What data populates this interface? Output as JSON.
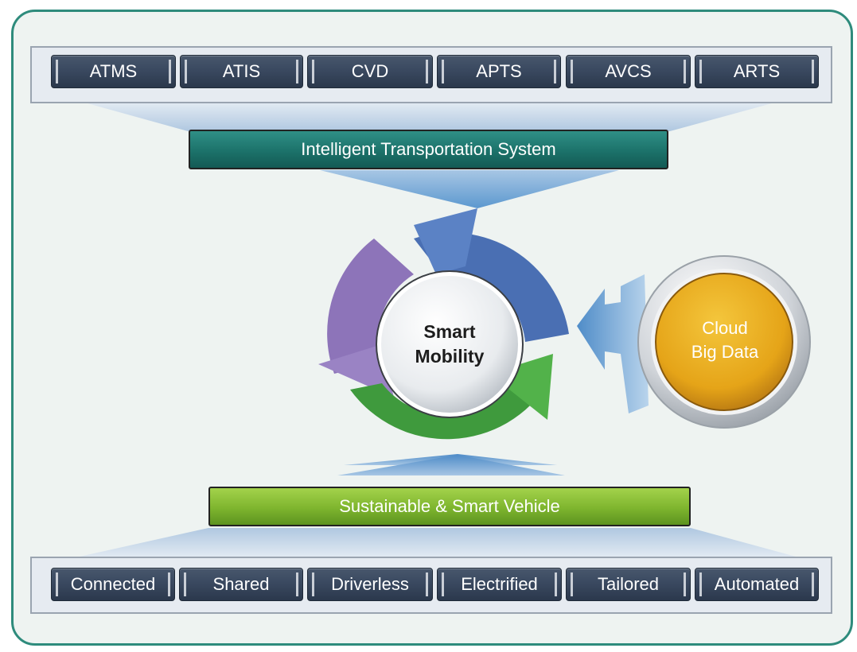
{
  "top_bar": {
    "items": [
      {
        "label": "ATMS"
      },
      {
        "label": "ATIS"
      },
      {
        "label": "CVD"
      },
      {
        "label": "APTS"
      },
      {
        "label": "AVCS"
      },
      {
        "label": "ARTS"
      }
    ]
  },
  "its_banner": {
    "label": "Intelligent Transportation System"
  },
  "center": {
    "line1": "Smart",
    "line2": "Mobility"
  },
  "cloud": {
    "line1": "Cloud",
    "line2": "Big Data"
  },
  "ssv_banner": {
    "label": "Sustainable & Smart Vehicle"
  },
  "bottom_bar": {
    "items": [
      {
        "label": "Connected"
      },
      {
        "label": "Shared"
      },
      {
        "label": "Driverless"
      },
      {
        "label": "Electrified"
      },
      {
        "label": "Tailored"
      },
      {
        "label": "Automated"
      }
    ]
  },
  "colors": {
    "frame": "#2e8b7c",
    "chip": "#3a4960",
    "its_banner": "#1c726a",
    "ssv_banner": "#7eb52e",
    "cycle_blue": "#4a6fb3",
    "cycle_purple": "#8d74b9",
    "cycle_green": "#3f9a3d",
    "cloud_gold": "#e8a91a",
    "arrow_blue": "#5c98cf"
  },
  "icons": [
    "cycle-arrows-icon",
    "down-arrow-icon",
    "up-arrow-icon",
    "left-arrow-icon"
  ]
}
